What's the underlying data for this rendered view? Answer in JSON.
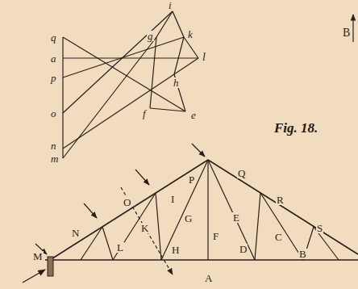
{
  "diagram": {
    "caption": "Fig. 18.",
    "labels": [
      "q",
      "a",
      "p",
      "o",
      "n",
      "m",
      "i",
      "g",
      "k",
      "l",
      "h",
      "f",
      "e",
      "B",
      "P",
      "Q",
      "R",
      "S",
      "N",
      "O",
      "I",
      "K",
      "G",
      "E",
      "F",
      "C",
      "M",
      "L",
      "H",
      "D",
      "B",
      "A"
    ]
  }
}
